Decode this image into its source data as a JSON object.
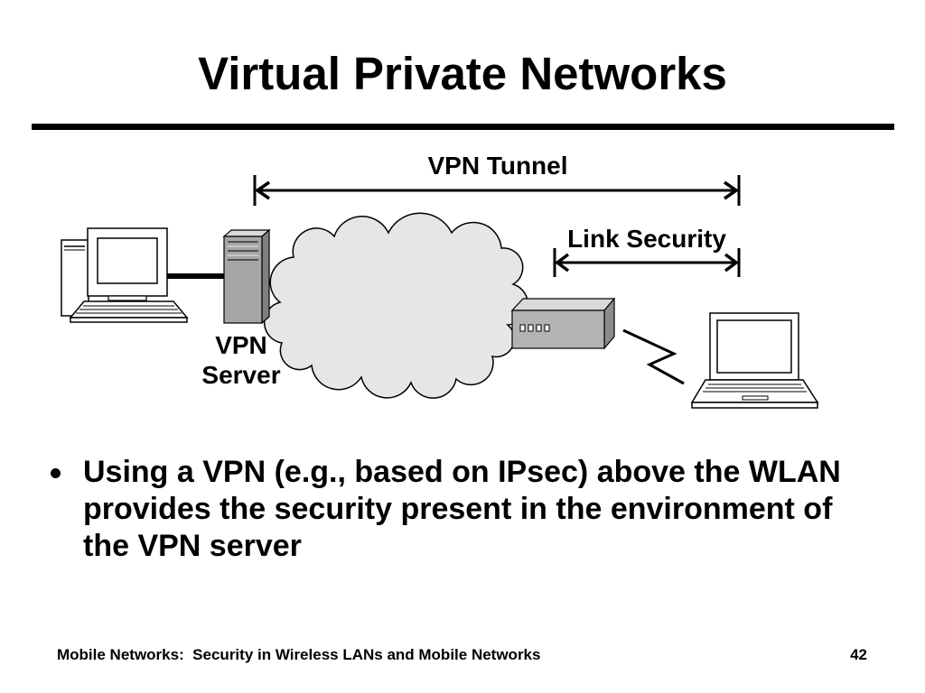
{
  "slide": {
    "title": "Virtual Private Networks",
    "bullets": [
      "Using a VPN (e.g., based on IPsec) above the WLAN provides the security present in the environment of the VPN server"
    ],
    "footer": {
      "text": "Mobile Networks:  Security in Wireless LANs and Mobile Networks",
      "page_number": "42"
    }
  },
  "diagram": {
    "tunnel_label": "VPN Tunnel",
    "link_security_label": "Link Security",
    "server_label": [
      "VPN",
      "Server"
    ]
  },
  "colors": {
    "text": "#000000",
    "background": "#ffffff",
    "cloud_fill": "#e6e6e6",
    "server_front": "#a6a6a6",
    "access_point_front": "#b3b3b3"
  }
}
